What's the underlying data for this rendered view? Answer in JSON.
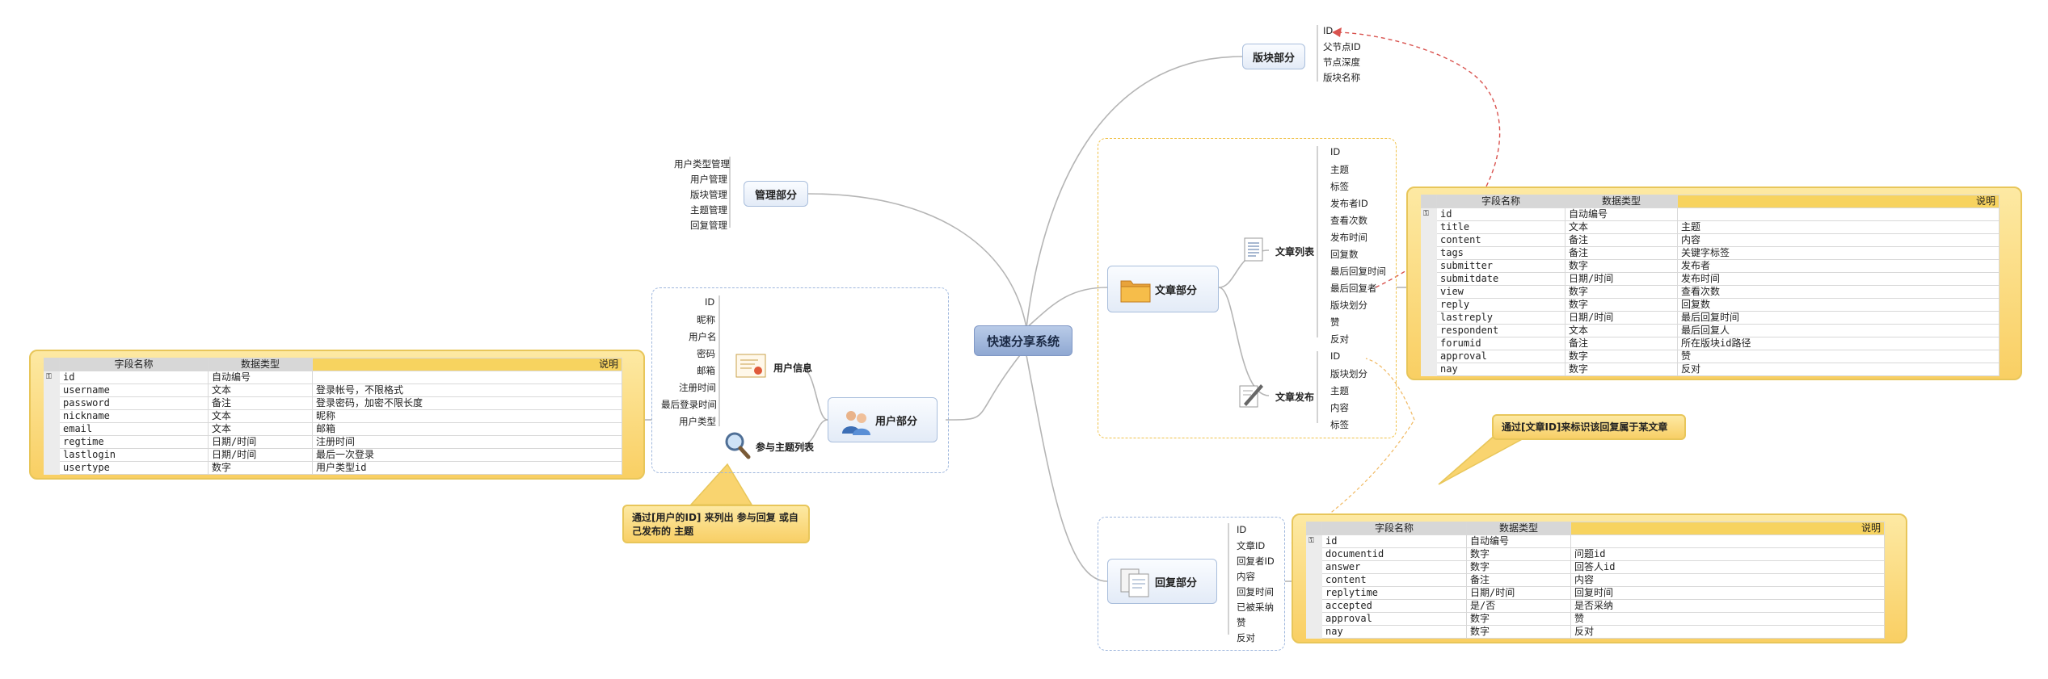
{
  "root": {
    "label": "快速分享系统"
  },
  "board": {
    "label": "版块部分",
    "fields": [
      "ID",
      "父节点ID",
      "节点深度",
      "版块名称"
    ]
  },
  "admin": {
    "label": "管理部分",
    "items": [
      "用户类型管理",
      "用户管理",
      "版块管理",
      "主题管理",
      "回复管理"
    ]
  },
  "article": {
    "label": "文章部分",
    "list": {
      "label": "文章列表",
      "fields": [
        "ID",
        "主题",
        "标签",
        "发布者ID",
        "查看次数",
        "发布时间",
        "回复数",
        "最后回复时间",
        "最后回复者",
        "版块划分",
        "赞",
        "反对"
      ]
    },
    "publish": {
      "label": "文章发布",
      "fields": [
        "ID",
        "版块划分",
        "主题",
        "内容",
        "标签"
      ]
    }
  },
  "user": {
    "label": "用户部分",
    "info_label": "用户信息",
    "topics_label": "参与主题列表",
    "fields": [
      "ID",
      "昵称",
      "用户名",
      "密码",
      "邮箱",
      "注册时间",
      "最后登录时间",
      "用户类型"
    ]
  },
  "reply": {
    "label": "回复部分",
    "fields": [
      "ID",
      "文章ID",
      "回复者ID",
      "内容",
      "回复时间",
      "已被采纳",
      "赞",
      "反对"
    ]
  },
  "callouts": {
    "user_topics": "通过[用户的ID] 来列出 参与回复 或自己发布的 主题",
    "reply_article": "通过[文章ID]来标识该回复属于某文章"
  },
  "table_headers": {
    "name": "字段名称",
    "type": "数据类型",
    "desc": "说明"
  },
  "tables": {
    "user": [
      [
        "id",
        "自动编号",
        ""
      ],
      [
        "username",
        "文本",
        "登录帐号，不限格式"
      ],
      [
        "password",
        "备注",
        "登录密码，加密不限长度"
      ],
      [
        "nickname",
        "文本",
        "昵称"
      ],
      [
        "email",
        "文本",
        "邮箱"
      ],
      [
        "regtime",
        "日期/时间",
        "注册时间"
      ],
      [
        "lastlogin",
        "日期/时间",
        "最后一次登录"
      ],
      [
        "usertype",
        "数字",
        "用户类型id"
      ]
    ],
    "article": [
      [
        "id",
        "自动编号",
        ""
      ],
      [
        "title",
        "文本",
        "主题"
      ],
      [
        "content",
        "备注",
        "内容"
      ],
      [
        "tags",
        "备注",
        "关键字标签"
      ],
      [
        "submitter",
        "数字",
        "发布者"
      ],
      [
        "submitdate",
        "日期/时间",
        "发布时间"
      ],
      [
        "view",
        "数字",
        "查看次数"
      ],
      [
        "reply",
        "数字",
        "回复数"
      ],
      [
        "lastreply",
        "日期/时间",
        "最后回复时间"
      ],
      [
        "respondent",
        "文本",
        "最后回复人"
      ],
      [
        "forumid",
        "备注",
        "所在版块id路径"
      ],
      [
        "approval",
        "数字",
        "赞"
      ],
      [
        "nay",
        "数字",
        "反对"
      ]
    ],
    "reply": [
      [
        "id",
        "自动编号",
        ""
      ],
      [
        "documentid",
        "数字",
        "问题id"
      ],
      [
        "answer",
        "数字",
        "回答人id"
      ],
      [
        "content",
        "备注",
        "内容"
      ],
      [
        "replytime",
        "日期/时间",
        "回复时间"
      ],
      [
        "accepted",
        "是/否",
        "是否采纳"
      ],
      [
        "approval",
        "数字",
        "赞"
      ],
      [
        "nay",
        "数字",
        "反对"
      ]
    ]
  },
  "colors": {
    "article_group": "#f0c24b",
    "group_blue": "#9fb7dd",
    "relation": "#d9534f",
    "callout_line": "#f0b860"
  }
}
